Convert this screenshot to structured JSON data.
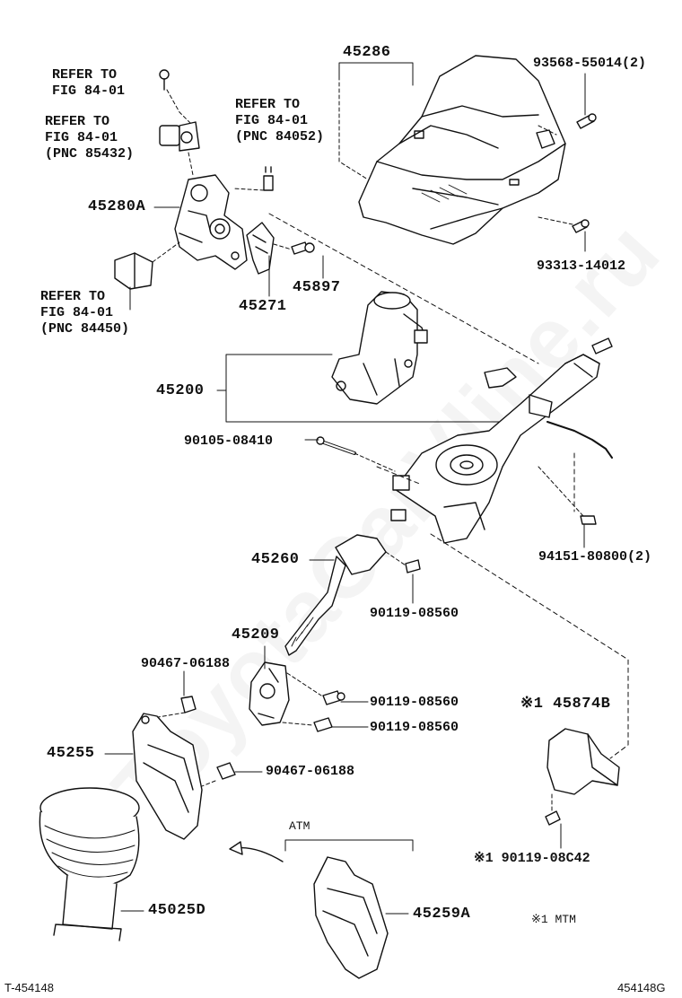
{
  "watermark": "ToyotaCarVline.ru",
  "labels": {
    "p45286": "45286",
    "p93568": "93568-55014(2)",
    "p93313": "93313-14012",
    "ref1_a": "REFER TO",
    "ref1_b": "FIG 84-01",
    "ref2_a": "REFER TO",
    "ref2_b": "FIG 84-01",
    "ref2_c": "(PNC 85432)",
    "ref3_a": "REFER TO",
    "ref3_b": "FIG 84-01",
    "ref3_c": "(PNC 84052)",
    "p45280A": "45280A",
    "p45897": "45897",
    "p45271": "45271",
    "ref4_a": "REFER TO",
    "ref4_b": "FIG 84-01",
    "ref4_c": "(PNC 84450)",
    "p45200": "45200",
    "p90105": "90105-08410",
    "p94151": "94151-80800(2)",
    "p45260": "45260",
    "p90119_a": "90119-08560",
    "p45209": "45209",
    "p90467_a": "90467-06188",
    "p90119_b": "90119-08560",
    "p90119_c": "90119-08560",
    "p45874B": "※1 45874B",
    "p45255": "45255",
    "p90467_b": "90467-06188",
    "atm": "ATM",
    "p90119_d": "※1 90119-08C42",
    "p45025D": "45025D",
    "p45259A": "45259A",
    "mtm": "※1 MTM",
    "footer_left": "T-454148",
    "footer_right": "454148G"
  },
  "colors": {
    "line": "#111111",
    "fill": "#ffffff",
    "shade": "#d9d9d9"
  }
}
